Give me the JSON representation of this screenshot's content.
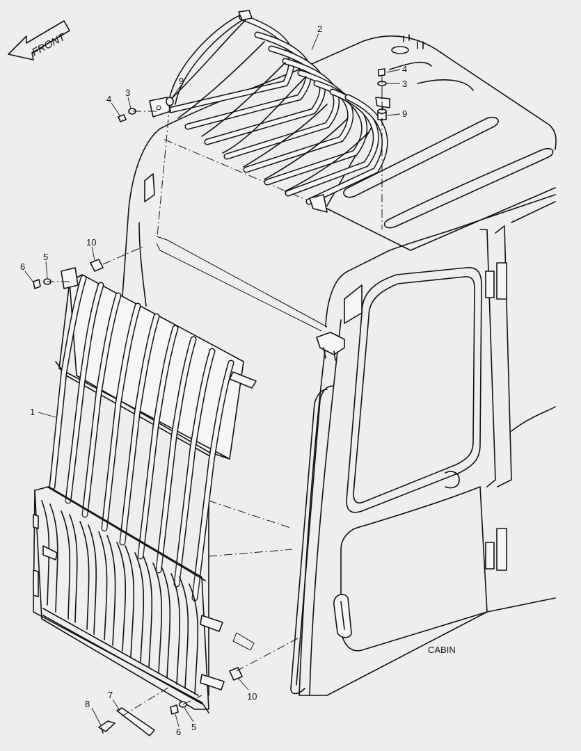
{
  "diagram": {
    "front_label": "FRONT",
    "cabin_label": "CABIN",
    "callouts": [
      {
        "id": "c1",
        "text": "1"
      },
      {
        "id": "c2",
        "text": "2"
      },
      {
        "id": "c3a",
        "text": "3"
      },
      {
        "id": "c3b",
        "text": "3"
      },
      {
        "id": "c4a",
        "text": "4"
      },
      {
        "id": "c4b",
        "text": "4"
      },
      {
        "id": "c5a",
        "text": "5"
      },
      {
        "id": "c5b",
        "text": "5"
      },
      {
        "id": "c6a",
        "text": "6"
      },
      {
        "id": "c6b",
        "text": "6"
      },
      {
        "id": "c7",
        "text": "7"
      },
      {
        "id": "c8",
        "text": "8"
      },
      {
        "id": "c9a",
        "text": "9"
      },
      {
        "id": "c9b",
        "text": "9"
      },
      {
        "id": "c10a",
        "text": "10"
      },
      {
        "id": "c10b",
        "text": "10"
      }
    ]
  }
}
